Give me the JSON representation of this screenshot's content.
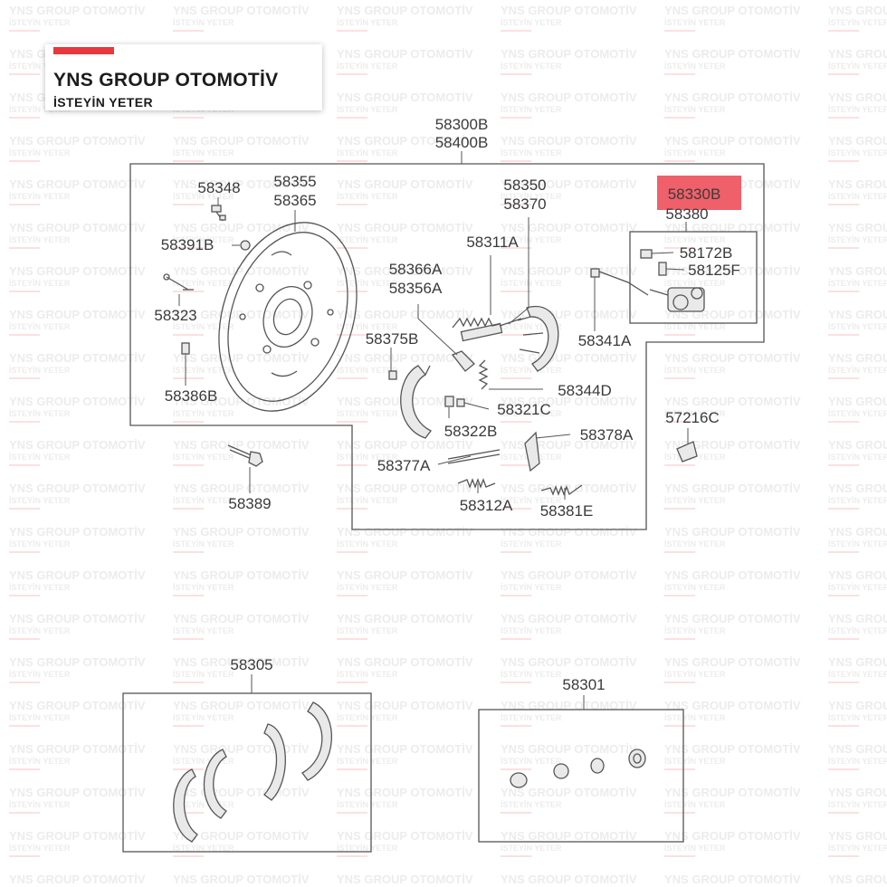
{
  "brand": {
    "name": "YNS GROUP OTOMOTİV",
    "tagline": "İSTEYİN YETER",
    "accent_color": "#e8383d"
  },
  "watermark": {
    "line1": "YNS GROUP OTOMOTİV",
    "line2": "İSTEYİN YETER"
  },
  "highlight_color": "#f0606a",
  "labels": {
    "l58300b": "58300B",
    "l58400b": "58400B",
    "l58348": "58348",
    "l58355": "58355",
    "l58365": "58365",
    "l58391b": "58391B",
    "l58323": "58323",
    "l58386b": "58386B",
    "l58389": "58389",
    "l58350": "58350",
    "l58370": "58370",
    "l58311a": "58311A",
    "l58366a": "58366A",
    "l58356a": "58356A",
    "l58375b": "58375B",
    "l58344d": "58344D",
    "l58321c": "58321C",
    "l58322b": "58322B",
    "l58378a": "58378A",
    "l58377a": "58377A",
    "l58312a": "58312A",
    "l58381e": "58381E",
    "l58330b": "58330B",
    "l58380": "58380",
    "l58172b": "58172B",
    "l58125f": "58125F",
    "l58341a": "58341A",
    "l57216c": "57216C",
    "l58305": "58305",
    "l58301": "58301"
  }
}
